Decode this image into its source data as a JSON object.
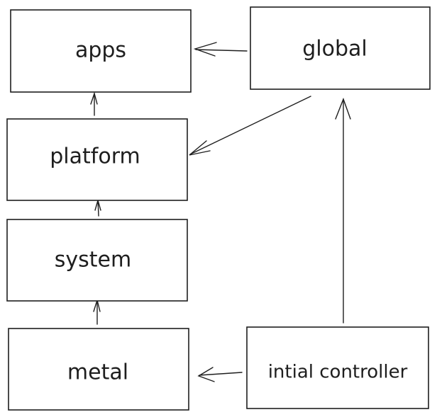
{
  "diagram": {
    "title": "",
    "stroke_color": "#1e1e1e",
    "background_color": "#ffffff",
    "nodes": [
      {
        "id": "apps",
        "label": "apps"
      },
      {
        "id": "global",
        "label": "global"
      },
      {
        "id": "platform",
        "label": "platform"
      },
      {
        "id": "system",
        "label": "system"
      },
      {
        "id": "metal",
        "label": "metal"
      },
      {
        "id": "initial-controller",
        "label": "intial controller"
      }
    ],
    "edges": [
      {
        "from": "global",
        "to": "apps"
      },
      {
        "from": "global",
        "to": "platform"
      },
      {
        "from": "platform",
        "to": "apps"
      },
      {
        "from": "system",
        "to": "platform"
      },
      {
        "from": "metal",
        "to": "system"
      },
      {
        "from": "initial-controller",
        "to": "global"
      },
      {
        "from": "initial-controller",
        "to": "metal"
      }
    ]
  }
}
